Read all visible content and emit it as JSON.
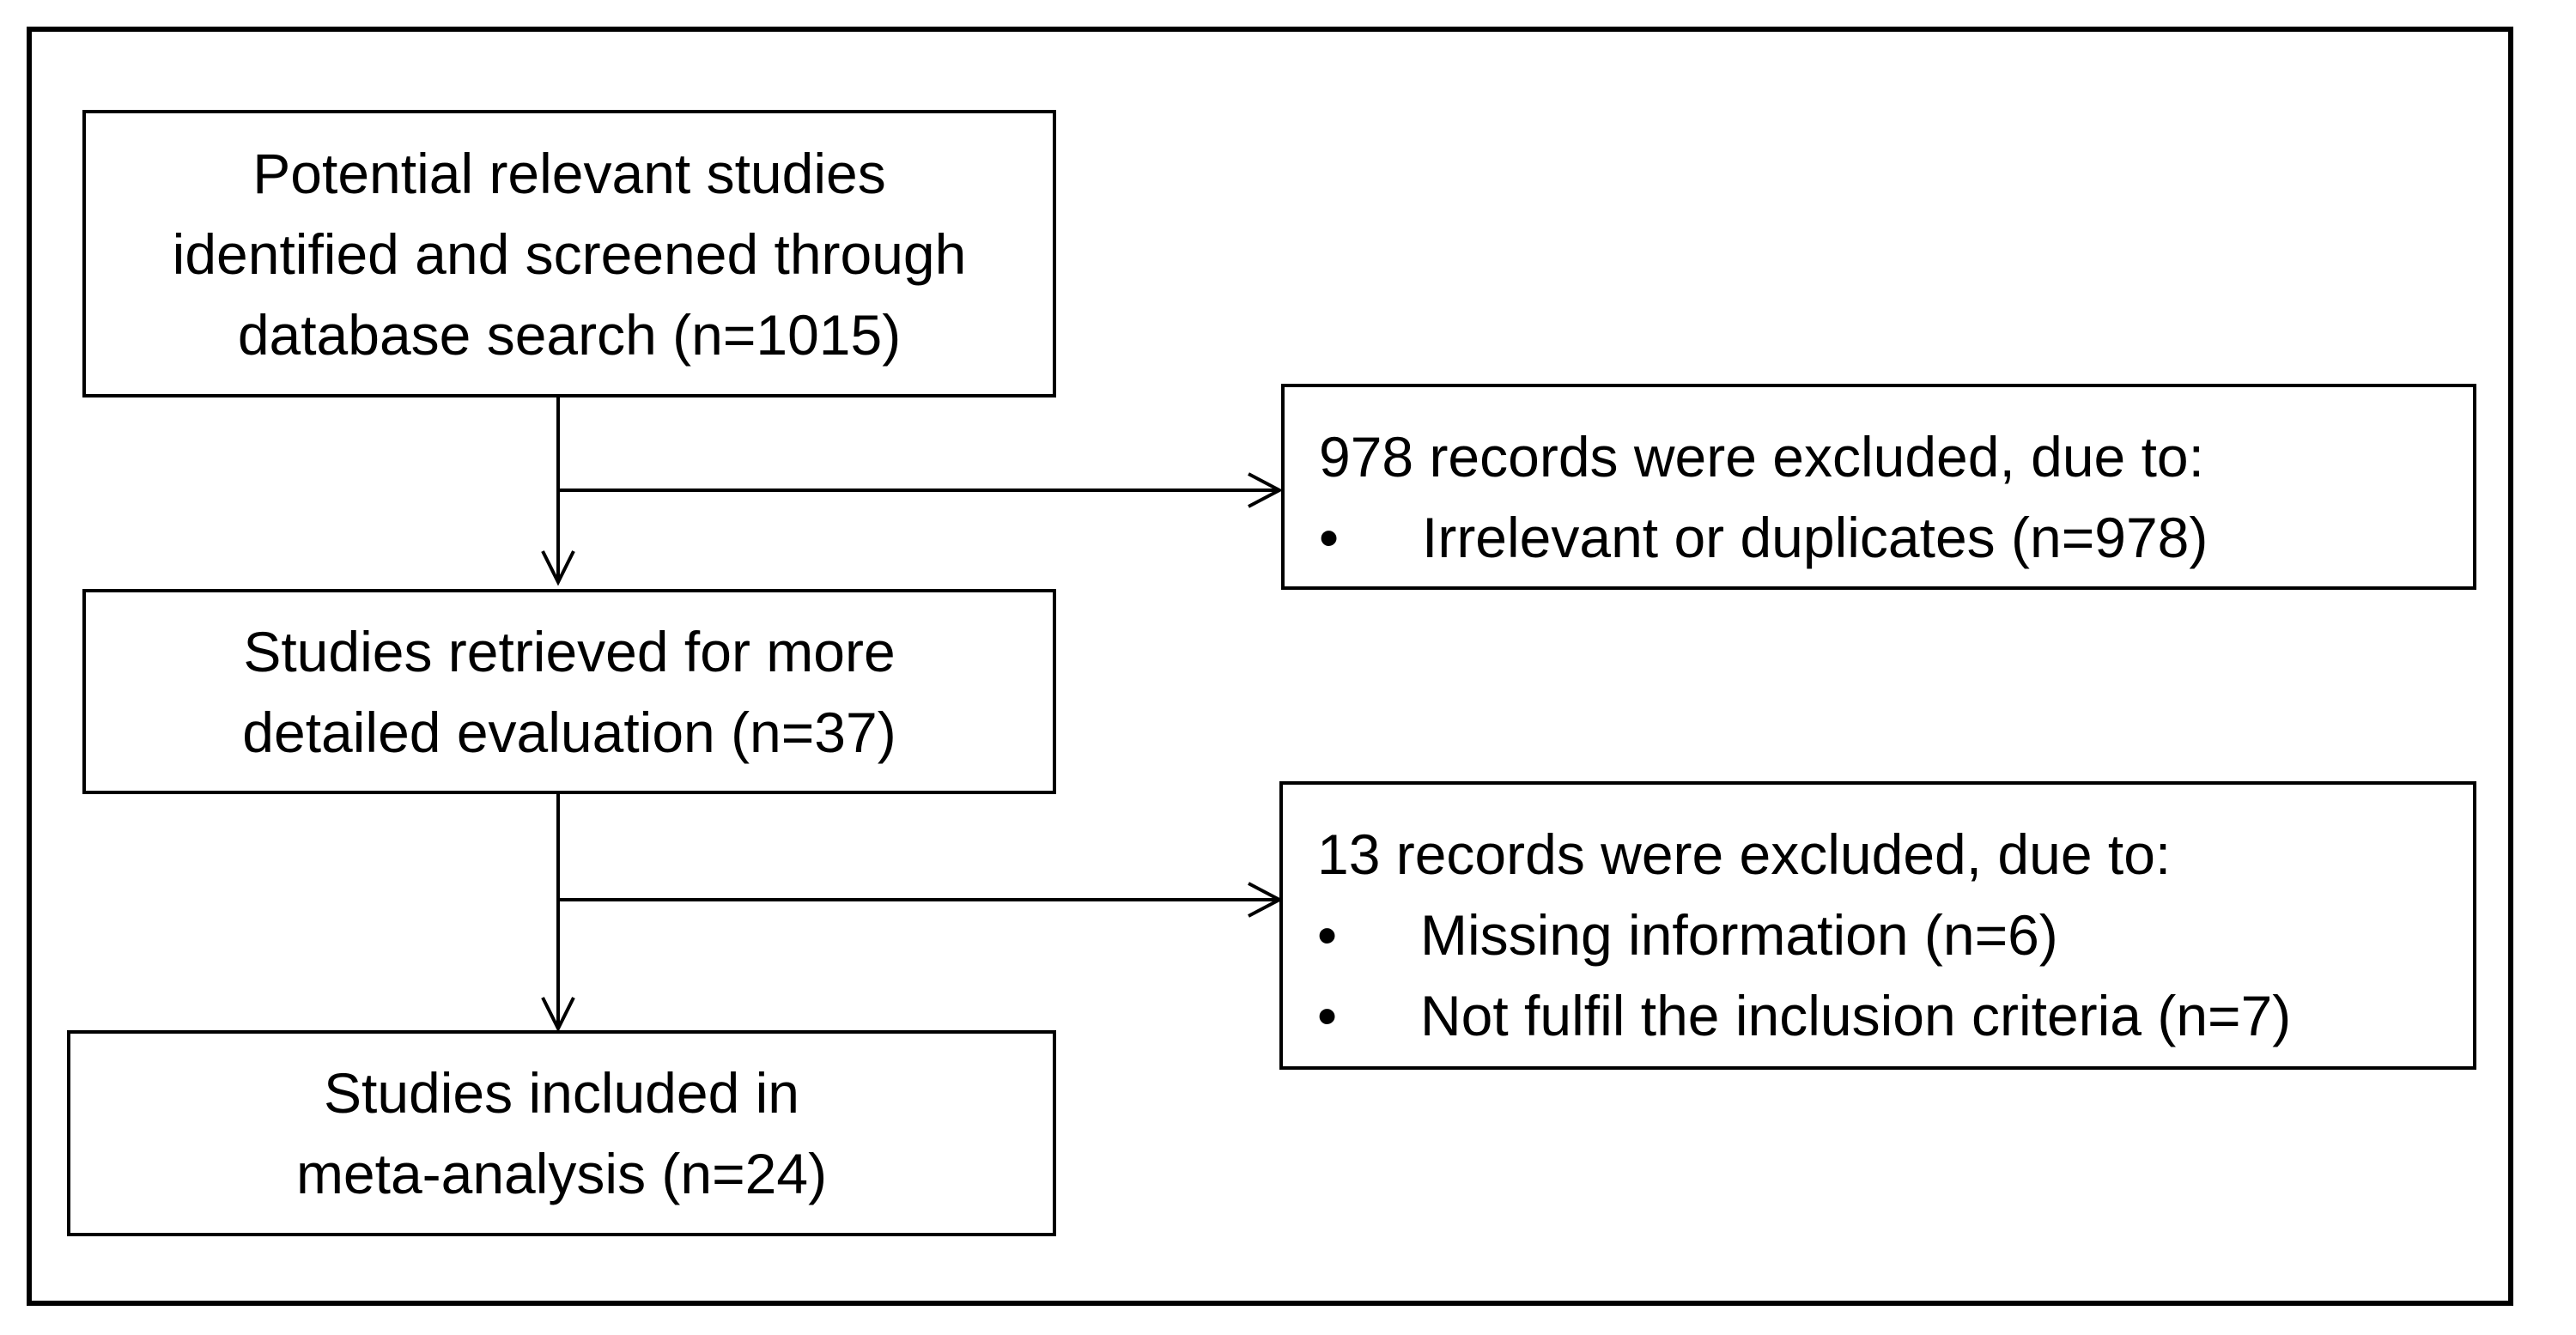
{
  "boxes": {
    "identified": {
      "lines": [
        "Potential relevant studies",
        "identified and screened through",
        "database search (n=1015)"
      ]
    },
    "retrieved": {
      "lines": [
        "Studies retrieved for more",
        "detailed evaluation (n=37)"
      ]
    },
    "included": {
      "lines": [
        "Studies included in",
        "meta-analysis (n=24)"
      ]
    },
    "excluded_1": {
      "heading": "978 records were excluded, due to:",
      "bullets": [
        "Irrelevant or duplicates (n=978)"
      ]
    },
    "excluded_2": {
      "heading": "13 records were excluded, due to:",
      "bullets": [
        "Missing information (n=6)",
        "Not fulfil the inclusion criteria (n=7)"
      ]
    }
  },
  "bullet_glyph": "•"
}
